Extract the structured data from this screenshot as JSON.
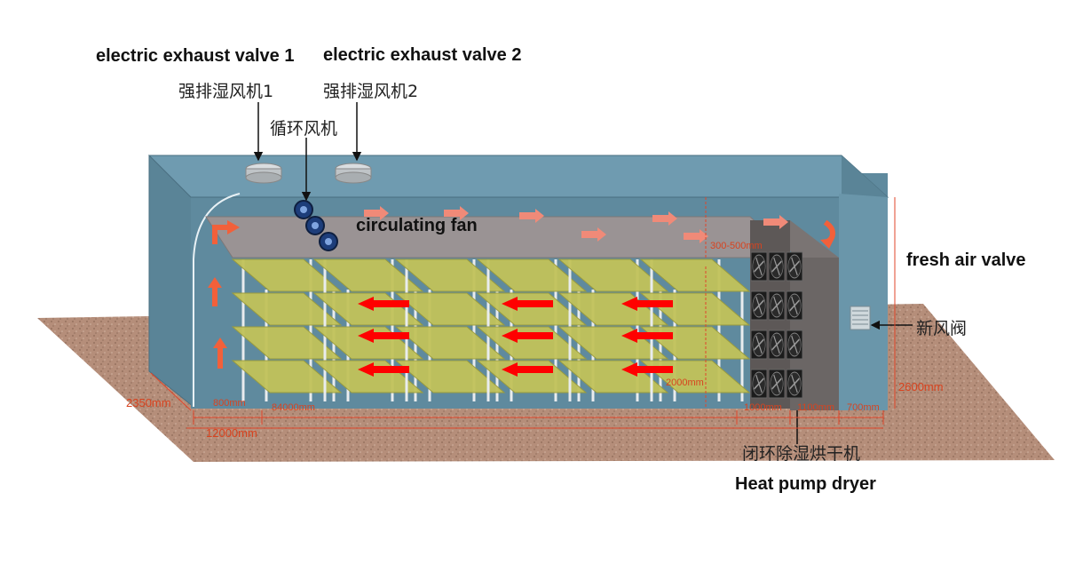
{
  "labels": {
    "exhaust_valve_1_en": "electric exhaust valve 1",
    "exhaust_valve_2_en": "electric exhaust valve 2",
    "exhaust_valve_1_cn": "强排湿风机1",
    "exhaust_valve_2_cn": "强排湿风机2",
    "circulating_fan_cn": "循环风机",
    "circulating_fan_en": "circulating fan",
    "fresh_air_valve_en": "fresh air valve",
    "fresh_air_valve_cn": "新风阀",
    "dryer_cn": "闭环除湿烘干机",
    "dryer_en": "Heat pump dryer"
  },
  "dimensions": {
    "gap_top": "300-500mm",
    "rack_height": "2000mm",
    "room_height": "2600mm",
    "room_width": "2350mm",
    "front_gap": "800mm",
    "rack_length": "84000mm",
    "total_length": "12000mm",
    "dryer_front_gap": "1000mm",
    "dryer_width": "1100mm",
    "rear_gap": "700mm"
  },
  "colors": {
    "wall": "#5f8a9e",
    "wall_light": "#6f9bb0",
    "ceiling_plate": "#9a9394",
    "tray": "#c2c25a",
    "floor": "#b58e7a",
    "dryer": "#6b6665",
    "dimension_line": "#e0452a",
    "airflow_arrow": "#ff0000",
    "top_arrow": "#f08a78"
  }
}
